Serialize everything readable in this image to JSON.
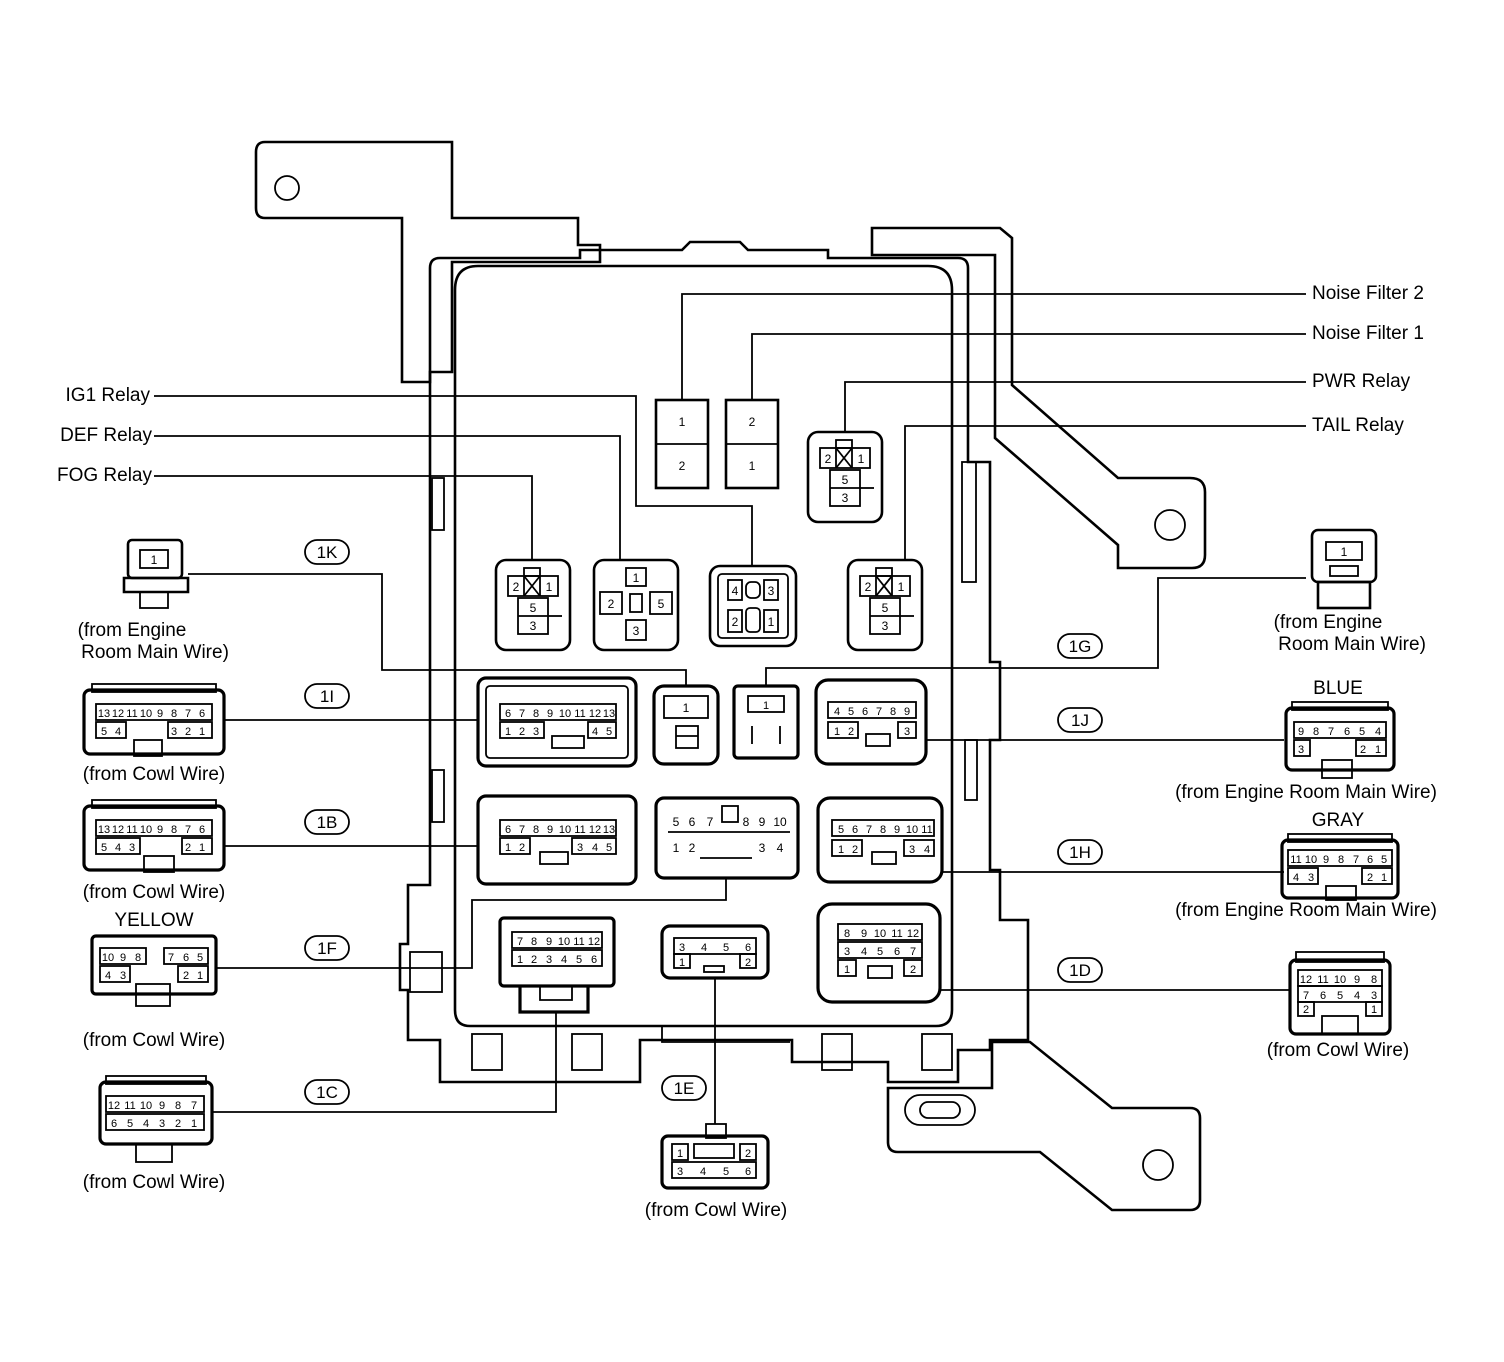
{
  "relay_labels": {
    "noise_filter_2": "Noise Filter 2",
    "noise_filter_1": "Noise Filter 1",
    "pwr_relay": "PWR Relay",
    "tail_relay": "TAIL Relay",
    "ig1_relay": "IG1 Relay",
    "def_relay": "DEF Relay",
    "fog_relay": "FOG Relay"
  },
  "connector_ids": {
    "c1K": "1K",
    "c1I": "1I",
    "c1B": "1B",
    "c1F": "1F",
    "c1C": "1C",
    "c1G": "1G",
    "c1J": "1J",
    "c1H": "1H",
    "c1D": "1D",
    "c1E": "1E"
  },
  "wire_sources": {
    "engine_left_line1": "(from Engine",
    "engine_left_line2": "Room Main Wire)",
    "engine_right_line1": "(from Engine",
    "engine_right_line2": "Room Main Wire)",
    "cowl_1I": "(from Cowl Wire)",
    "cowl_1B": "(from Cowl Wire)",
    "cowl_1F": "(from Cowl Wire)",
    "cowl_1C": "(from Cowl Wire)",
    "cowl_1D": "(from Cowl Wire)",
    "cowl_1E": "(from Cowl Wire)",
    "engine_1J": "(from Engine Room Main Wire)",
    "engine_1H": "(from Engine Room Main Wire)"
  },
  "colors": {
    "yellow": "YELLOW",
    "blue": "BLUE",
    "gray": "GRAY"
  },
  "pins": {
    "noise2": [
      "1",
      "2"
    ],
    "noise1": [
      "2",
      "1"
    ],
    "one": "1",
    "relay_pwr": [
      "2",
      "1",
      "5",
      "3"
    ],
    "relay_tail": [
      "2",
      "1",
      "5",
      "3"
    ],
    "relay_fog": [
      "2",
      "1",
      "5",
      "3"
    ],
    "relay_def": [
      "1",
      "2",
      "5",
      "3"
    ],
    "relay_ig1": [
      "4",
      "3",
      "2",
      "1"
    ],
    "c1I_top": [
      "6",
      "7",
      "8",
      "9",
      "10",
      "11",
      "12",
      "13"
    ],
    "c1I_bot": [
      "1",
      "2",
      "3",
      "4",
      "5"
    ],
    "c1J_top": [
      "4",
      "5",
      "6",
      "7",
      "8",
      "9"
    ],
    "c1J_bot": [
      "1",
      "2",
      "3"
    ],
    "c1B_top": [
      "6",
      "7",
      "8",
      "9",
      "10",
      "11",
      "12",
      "13"
    ],
    "c1B_bot": [
      "1",
      "2",
      "3",
      "4",
      "5"
    ],
    "c_mid_top": [
      "5",
      "6",
      "7",
      "8",
      "9",
      "10"
    ],
    "c_mid_bot": [
      "1",
      "2",
      "3",
      "4"
    ],
    "c1H_top": [
      "5",
      "6",
      "7",
      "8",
      "9",
      "10",
      "11"
    ],
    "c1H_bot": [
      "1",
      "2",
      "3",
      "4"
    ],
    "c1F_top": [
      "7",
      "8",
      "9",
      "10",
      "11",
      "12"
    ],
    "c1F_bot": [
      "1",
      "2",
      "3",
      "4",
      "5",
      "6"
    ],
    "c1E_top": [
      "3",
      "4",
      "5",
      "6"
    ],
    "c1E_bot": [
      "1",
      "2"
    ],
    "c1D_r1": [
      "8",
      "9",
      "10",
      "11",
      "12"
    ],
    "c1D_r2": [
      "3",
      "4",
      "5",
      "6",
      "7"
    ],
    "c1D_r3": [
      "1",
      "2"
    ],
    "L1I_top": [
      "13",
      "12",
      "11",
      "10",
      "9",
      "8",
      "7",
      "6"
    ],
    "L1I_bot": [
      "5",
      "4",
      "3",
      "2",
      "1"
    ],
    "L1B_top": [
      "13",
      "12",
      "11",
      "10",
      "9",
      "8",
      "7",
      "6"
    ],
    "L1B_bot": [
      "5",
      "4",
      "3",
      "2",
      "1"
    ],
    "L1F_top": [
      "10",
      "9",
      "8",
      "7",
      "6",
      "5"
    ],
    "L1F_bot": [
      "4",
      "3",
      "2",
      "1"
    ],
    "L1C_top": [
      "12",
      "11",
      "10",
      "9",
      "8",
      "7"
    ],
    "L1C_bot": [
      "6",
      "5",
      "4",
      "3",
      "2",
      "1"
    ],
    "R1J_top": [
      "9",
      "8",
      "7",
      "6",
      "5",
      "4"
    ],
    "R1J_bot": [
      "3",
      "2",
      "1"
    ],
    "R1H_top": [
      "11",
      "10",
      "9",
      "8",
      "7",
      "6",
      "5"
    ],
    "R1H_bot": [
      "4",
      "3",
      "2",
      "1"
    ],
    "R1D_top": [
      "12",
      "11",
      "10",
      "9",
      "8"
    ],
    "R1D_mid": [
      "7",
      "6",
      "5",
      "4",
      "3"
    ],
    "R1D_bot": [
      "2",
      "1"
    ],
    "E1E_top": [
      "1",
      "2"
    ],
    "E1E_bot": [
      "3",
      "4",
      "5",
      "6"
    ]
  }
}
